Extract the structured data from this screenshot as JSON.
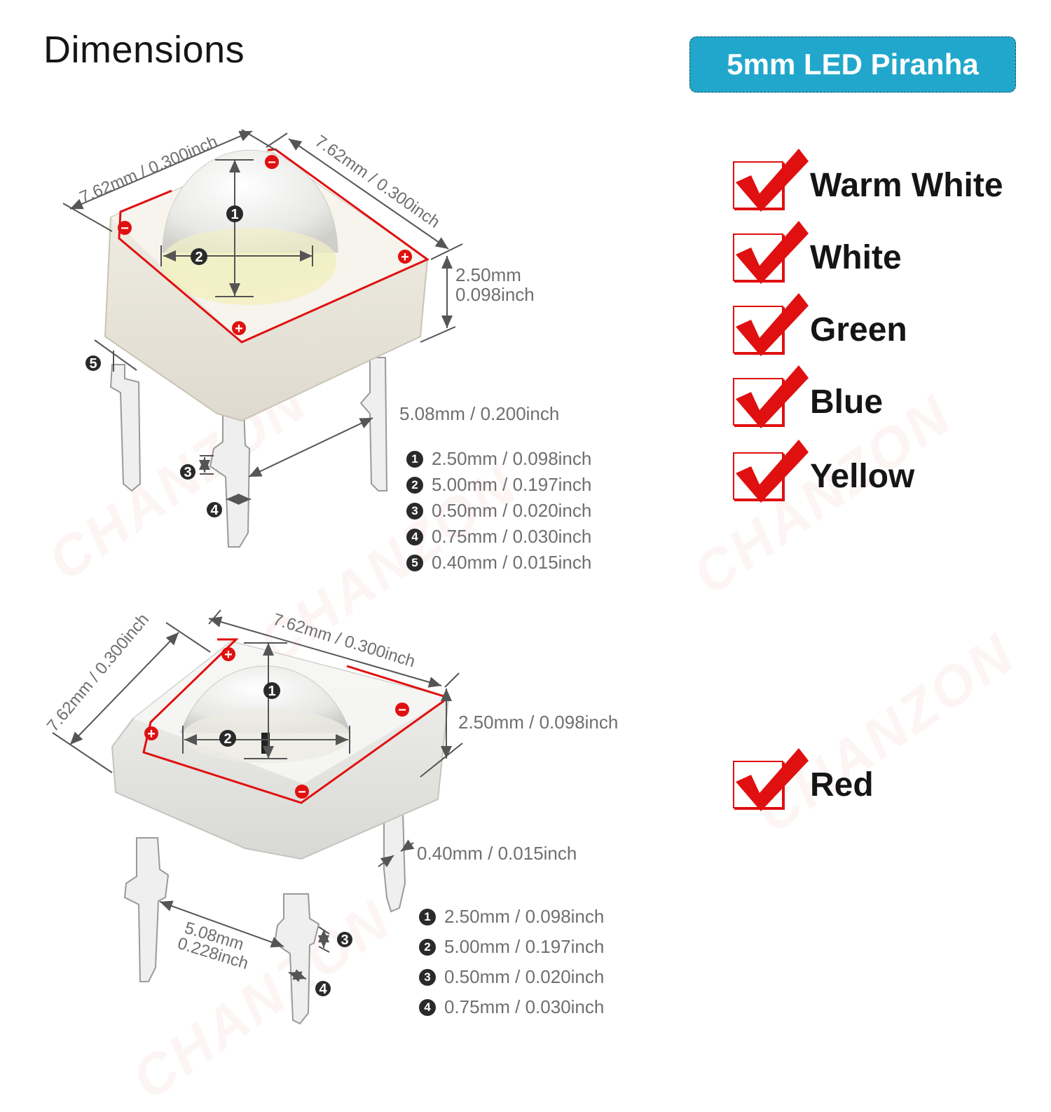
{
  "header": {
    "title": "Dimensions",
    "badge": "5mm LED Piranha"
  },
  "colors": {
    "badge_bg": "#22a7cc",
    "check_red": "#e01010",
    "polarity_red": "#e01010",
    "dim_text": "#6f6f6f"
  },
  "color_options": [
    {
      "label": "Warm White",
      "checked": true
    },
    {
      "label": "White",
      "checked": true
    },
    {
      "label": "Green",
      "checked": true
    },
    {
      "label": "Blue",
      "checked": true
    },
    {
      "label": "Yellow",
      "checked": true
    },
    {
      "label": "Red",
      "checked": true
    }
  ],
  "diagram_top": {
    "width_left": "7.62mm / 0.300inch",
    "width_right": "7.62mm / 0.300inch",
    "height_mm": "2.50mm",
    "height_inch": "0.098inch",
    "pin_spacing": "5.08mm / 0.200inch",
    "polarity_marks": [
      "−",
      "−",
      "+",
      "+"
    ],
    "markers": [
      "1",
      "2",
      "3",
      "4",
      "5"
    ],
    "legend": [
      {
        "n": "1",
        "text": "2.50mm / 0.098inch"
      },
      {
        "n": "2",
        "text": "5.00mm / 0.197inch"
      },
      {
        "n": "3",
        "text": "0.50mm / 0.020inch"
      },
      {
        "n": "4",
        "text": "0.75mm / 0.030inch"
      },
      {
        "n": "5",
        "text": "0.40mm / 0.015inch"
      }
    ]
  },
  "diagram_bottom": {
    "width_left": "7.62mm / 0.300inch",
    "width_right": "7.62mm / 0.300inch",
    "height": "2.50mm / 0.098inch",
    "pin_thickness": "0.40mm / 0.015inch",
    "pin_spacing_mm": "5.08mm",
    "pin_spacing_inch": "0.228inch",
    "polarity_marks": [
      "+",
      "+",
      "−",
      "−"
    ],
    "markers": [
      "1",
      "2",
      "3",
      "4"
    ],
    "legend": [
      {
        "n": "1",
        "text": "2.50mm / 0.098inch"
      },
      {
        "n": "2",
        "text": "5.00mm / 0.197inch"
      },
      {
        "n": "3",
        "text": "0.50mm / 0.020inch"
      },
      {
        "n": "4",
        "text": "0.75mm / 0.030inch"
      }
    ]
  },
  "watermark": "CHANZON"
}
